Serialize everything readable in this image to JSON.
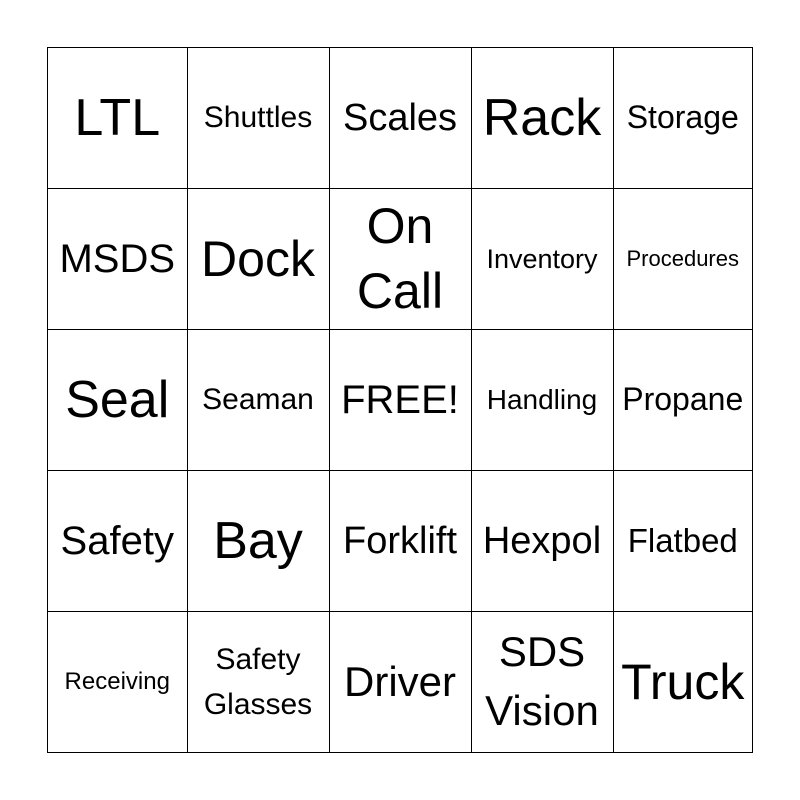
{
  "card": {
    "cells": [
      "LTL",
      "Shuttles",
      "Scales",
      "Rack",
      "Storage",
      "MSDS",
      "Dock",
      "On Call",
      "Inventory",
      "Procedures",
      "Seal",
      "Seaman",
      "FREE!",
      "Handling",
      "Propane",
      "Safety",
      "Bay",
      "Forklift",
      "Hexpol",
      "Flatbed",
      "Receiving",
      "Safety Glasses",
      "Driver",
      "SDS Vision",
      "Truck"
    ]
  }
}
